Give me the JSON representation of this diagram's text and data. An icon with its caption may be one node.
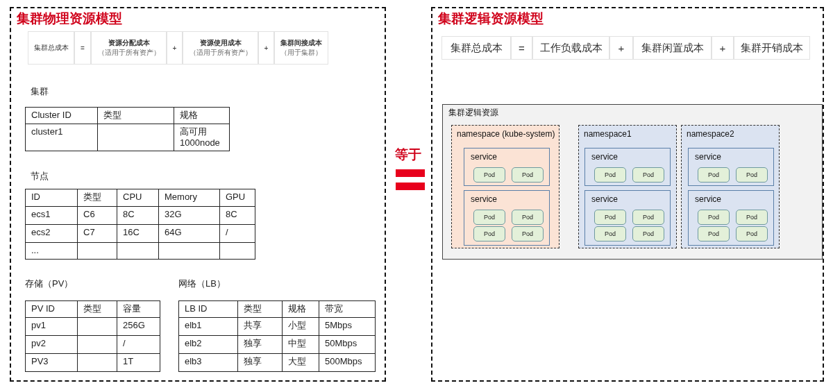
{
  "diagram": {
    "nodes": [
      {
        "text": [
          "集群物理资源模型"
        ]
      },
      {
        "text": [
          "集群逻辑资源模型"
        ]
      },
      {
        "text": [
          "集群逻辑资源"
        ],
        "in": 1
      },
      {
        "text": [
          "namespace (kube-system)"
        ],
        "in": 2
      },
      {
        "text": [
          "service"
        ],
        "in": 3
      },
      {
        "text": [
          "Pod"
        ],
        "in": 4
      },
      {
        "text": [
          "Pod"
        ],
        "in": 4
      },
      {
        "text": [
          "service"
        ],
        "in": 3
      },
      {
        "text": [
          "Pod"
        ],
        "in": 7
      },
      {
        "text": [
          "Pod"
        ],
        "in": 7
      },
      {
        "text": [
          "Pod"
        ],
        "in": 7
      },
      {
        "text": [
          "Pod"
        ],
        "in": 7
      },
      {
        "text": [
          "namespace1"
        ],
        "in": 2
      },
      {
        "text": [
          "service"
        ],
        "in": 12
      },
      {
        "text": [
          "Pod"
        ],
        "in": 13
      },
      {
        "text": [
          "Pod"
        ],
        "in": 13
      },
      {
        "text": [
          "service"
        ],
        "in": 12
      },
      {
        "text": [
          "Pod"
        ],
        "in": 16
      },
      {
        "text": [
          "Pod"
        ],
        "in": 16
      },
      {
        "text": [
          "Pod"
        ],
        "in": 16
      },
      {
        "text": [
          "Pod"
        ],
        "in": 16
      },
      {
        "text": [
          "namespace2"
        ],
        "in": 2
      },
      {
        "text": [
          "service"
        ],
        "in": 21
      },
      {
        "text": [
          "Pod"
        ],
        "in": 22
      },
      {
        "text": [
          "Pod"
        ],
        "in": 22
      },
      {
        "text": [
          "service"
        ],
        "in": 21
      },
      {
        "text": [
          "Pod"
        ],
        "in": 25
      },
      {
        "text": [
          "Pod"
        ],
        "in": 25
      },
      {
        "text": [
          "Pod"
        ],
        "in": 25
      },
      {
        "text": [
          "Pod"
        ],
        "in": 25
      }
    ],
    "labels": [
      "集群总成本",
      "=",
      "资源分配成本",
      "（适用于所有资产）",
      "+",
      "资源使用成本",
      "（适用于所有资产）",
      "+",
      "集群间接成本",
      "（用于集群）",
      "集群",
      "Cluster ID",
      "类型",
      "规格",
      "cluster1",
      "高可用 1000node",
      "节点",
      "ID",
      "类型",
      "CPU",
      "Memory",
      "GPU",
      "ecs1",
      "C6",
      "8C",
      "32G",
      "8C",
      "ecs2",
      "C7",
      "16C",
      "64G",
      "/",
      "...",
      "存储（PV）",
      "网络（LB）",
      "PV ID",
      "类型",
      "容量",
      "pv1",
      "256G",
      "pv2",
      "/",
      "PV3",
      "1T",
      "LB ID",
      "类型",
      "规格",
      "带宽",
      "elb1",
      "共享",
      "小型",
      "5Mbps",
      "elb2",
      "独享",
      "中型",
      "50Mbps",
      "elb3",
      "独享",
      "大型",
      "500Mbps",
      "等于",
      "集群总成本",
      "=",
      "工作负载成本",
      "+",
      "集群闲置成本",
      "+",
      "集群开销成本"
    ]
  }
}
